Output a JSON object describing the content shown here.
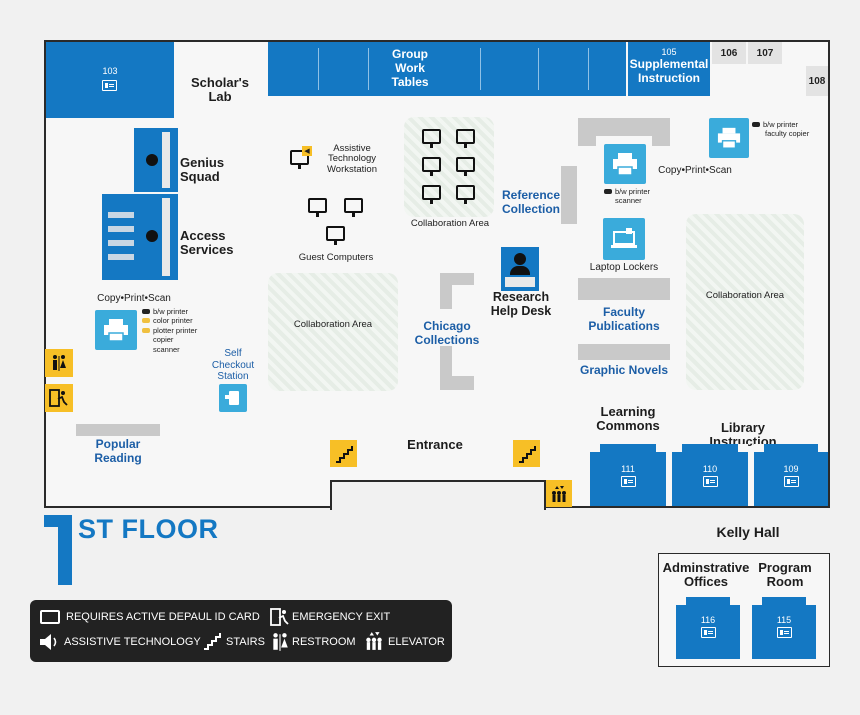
{
  "rooms": {
    "r103": "103",
    "r105": "105",
    "r105_name": "Supplemental Instruction",
    "r106": "106",
    "r107": "107",
    "r108": "108",
    "r109": "109",
    "r110": "110",
    "r111": "111",
    "r115": "115",
    "r116": "116",
    "group_work": "Group Work Tables"
  },
  "labels": {
    "scholars_lab": "Scholar's Lab",
    "genius_squad": "Genius Squad",
    "access_services": "Access Services",
    "assistive_tech": "Assistive Technology Workstation",
    "guest_computers": "Guest Computers",
    "collab_top": "Collaboration Area",
    "collab_left": "Collaboration Area",
    "collab_right": "Collaboration Area",
    "reference_collection": "Reference Collection",
    "chicago_collections": "Chicago Collections",
    "research_help": "Research Help Desk",
    "copy_print_scan_left": "Copy•Print•Scan",
    "copy_print_scan_right": "Copy•Print•Scan",
    "laptop_lockers": "Laptop Lockers",
    "faculty_publications": "Faculty Publications",
    "graphic_novels": "Graphic Novels",
    "self_checkout": "Self Checkout Station",
    "popular_reading": "Popular Reading",
    "entrance": "Entrance",
    "learning_commons": "Learning Commons",
    "library_instruction": "Library Instruction",
    "kelly_hall": "Kelly Hall",
    "admin_offices": "Adminstrative Offices",
    "program_room": "Program Room",
    "floor_number": "1",
    "floor_title": "ST FLOOR"
  },
  "printers": {
    "left": [
      "b/w printer",
      "color printer",
      "plotter printer",
      "copier",
      "scanner"
    ],
    "center": [
      "b/w printer",
      "scanner"
    ],
    "right": [
      "b/w printer",
      "faculty copier"
    ]
  },
  "legend": {
    "id_card": "REQUIRES ACTIVE DEPAUL ID CARD",
    "exit": "EMERGENCY EXIT",
    "assistive": "ASSISTIVE TECHNOLOGY",
    "stairs": "STAIRS",
    "restroom": "RESTROOM",
    "elevator": "ELEVATOR"
  },
  "colors": {
    "room_blue": "#1478c3",
    "icon_blue": "#3aabdb",
    "amenity_yellow": "#f7bf26",
    "label_blue": "#1c5ea6"
  }
}
